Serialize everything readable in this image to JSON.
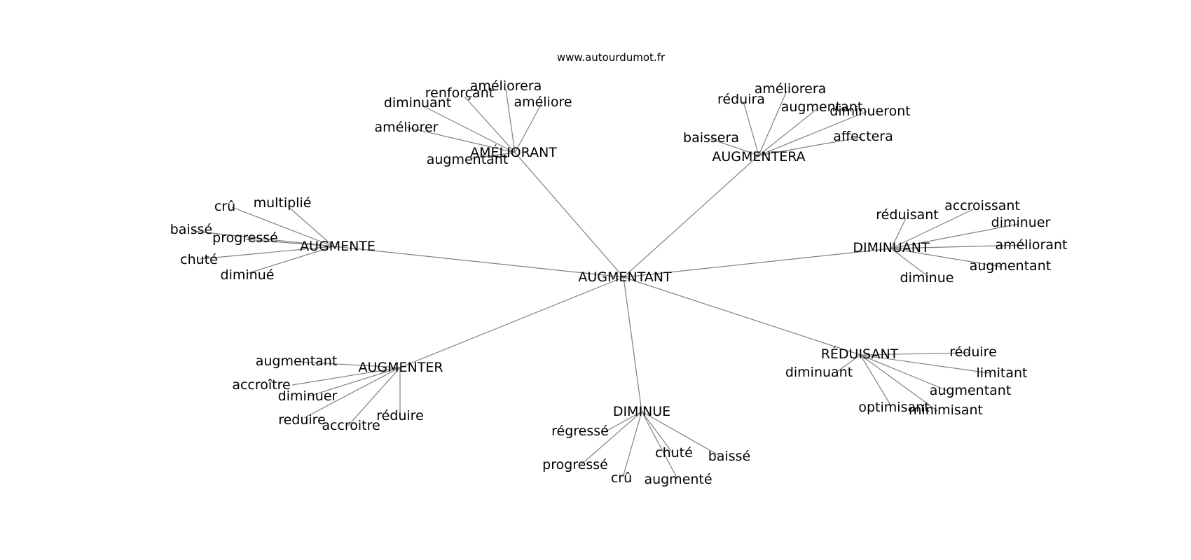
{
  "source": "www.autourdumot.fr",
  "colors": {
    "edge": "#808080",
    "text": "#000000",
    "background": "#ffffff"
  },
  "center": "AUGMENTANT",
  "clusters": [
    {
      "label": "AMÉLIORANT",
      "words": [
        "améliorera",
        "renforçant",
        "améliore",
        "diminuant",
        "améliorer",
        "augmentant"
      ]
    },
    {
      "label": "AUGMENTERA",
      "words": [
        "améliorera",
        "réduira",
        "augmentant",
        "diminueront",
        "baissera",
        "affectera"
      ]
    },
    {
      "label": "AUGMENTE",
      "words": [
        "multiplié",
        "crû",
        "baissé",
        "progressé",
        "chuté",
        "diminué"
      ]
    },
    {
      "label": "DIMINUANT",
      "words": [
        "réduisant",
        "accroissant",
        "diminuer",
        "améliorant",
        "augmentant",
        "diminue"
      ]
    },
    {
      "label": "AUGMENTER",
      "words": [
        "augmentant",
        "accroître",
        "diminuer",
        "reduire",
        "accroitre",
        "réduire"
      ]
    },
    {
      "label": "DIMINUE",
      "words": [
        "régressé",
        "progressé",
        "crû",
        "augmenté",
        "chuté",
        "baissé"
      ]
    },
    {
      "label": "RÉDUISANT",
      "words": [
        "réduire",
        "limitant",
        "augmentant",
        "minimisant",
        "optimisant",
        "diminuant"
      ]
    }
  ]
}
